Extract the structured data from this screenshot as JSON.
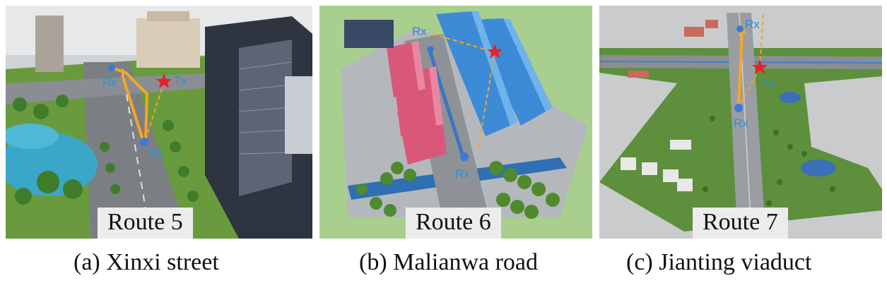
{
  "panels": [
    {
      "route_label": "Route 5",
      "caption": "(a) Xinxi street",
      "rx_label": "Rx",
      "tx_label": "Tx"
    },
    {
      "route_label": "Route 6",
      "caption": "(b) Malianwa road",
      "rx_label": "Rx",
      "tx_label": "Tx"
    },
    {
      "route_label": "Route 7",
      "caption": "(c) Jianting viaduct",
      "rx_label": "Rx",
      "tx_label": "Tx"
    }
  ],
  "colors": {
    "route_line": "#f5a623",
    "receiver_marker": "#3a7bd5",
    "transmitter_marker": "#e8202a",
    "marker_text": "#2f8fd6"
  }
}
